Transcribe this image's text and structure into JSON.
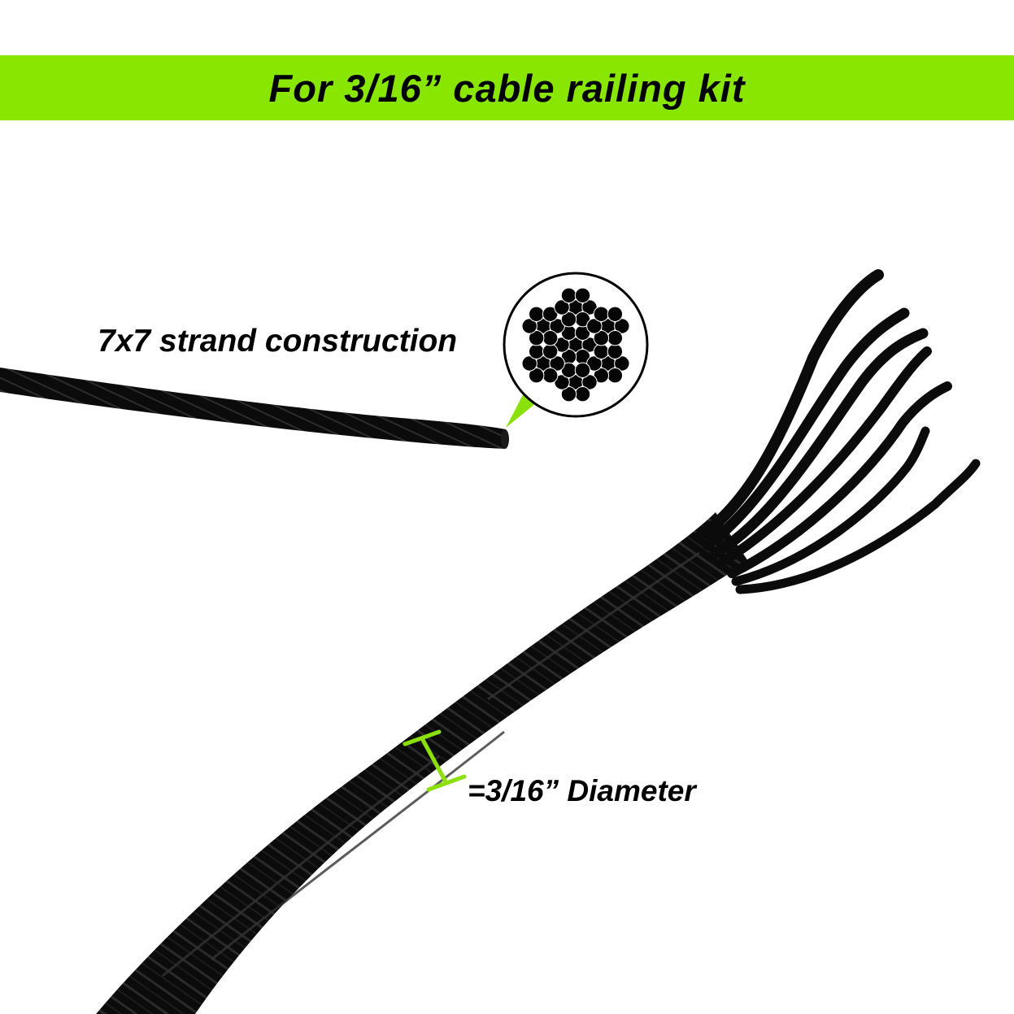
{
  "banner": {
    "title": "For 3/16” cable railing kit",
    "color": "#88e600"
  },
  "callouts": {
    "strand_construction": "7x7 strand construction",
    "diameter": "=3/16” Diameter"
  },
  "colors": {
    "accent": "#8ce00a",
    "cable": "#0b0b0b",
    "text": "#000000"
  },
  "icons": {
    "cross_section": "cable-cross-section-icon"
  }
}
